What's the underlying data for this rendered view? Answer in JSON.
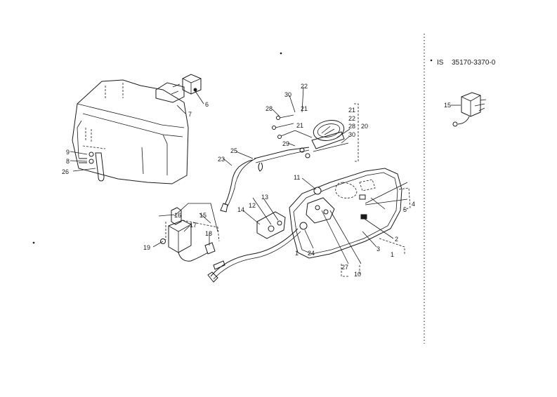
{
  "header": {
    "part_ref_prefix": "IS",
    "part_ref_number": "35170-3370-0"
  },
  "callouts": {
    "c1a": "1",
    "c1b": "1",
    "c2": "2",
    "c3": "3",
    "c4": "4",
    "c5": "5",
    "c6": "6",
    "c7": "7",
    "c8": "8",
    "c9": "9",
    "c10": "10",
    "c11": "11",
    "c12": "12",
    "c13": "13",
    "c14": "14",
    "c15a": "15",
    "c15b": "15",
    "c16": "16",
    "c17": "17",
    "c18": "18",
    "c19": "19",
    "c20": "20",
    "c21a": "21",
    "c21b": "21",
    "c21c": "21",
    "c22a": "22",
    "c22b": "22",
    "c23": "23",
    "c24": "24",
    "c25": "25",
    "c26": "26",
    "c27": "27",
    "c28a": "28",
    "c28b": "28",
    "c29": "29",
    "c30a": "30",
    "c30b": "30"
  },
  "icons": {
    "headlight_housing": "headlight-housing-icon",
    "relay": "relay-icon",
    "meter": "meter-icon",
    "panel": "instrument-panel-icon",
    "cable": "speedometer-cable-icon",
    "switch": "switch-unit-icon",
    "inset_part": "inset-relay-icon"
  }
}
